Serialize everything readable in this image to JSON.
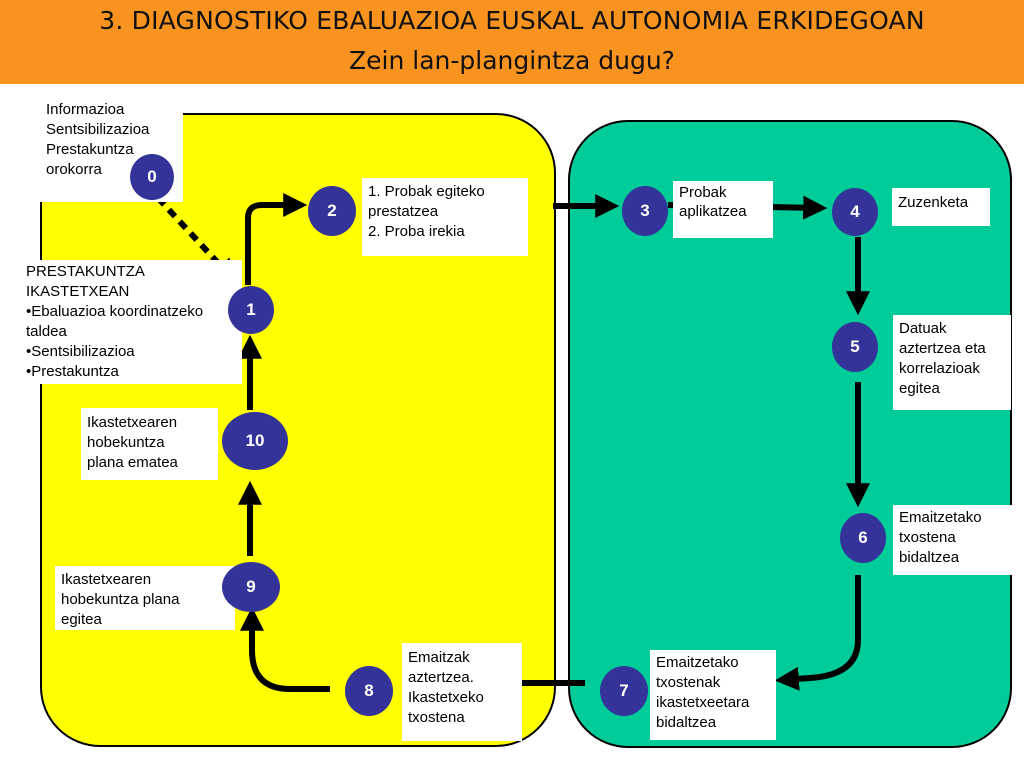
{
  "header": {
    "title_line1": "3. DIAGNOSTIKO EBALUAZIOA EUSKAL AUTONOMIA ERKIDEGOAN",
    "title_line2": "Zein lan-plangintza dugu?",
    "bg_color": "#f7931e"
  },
  "colors": {
    "yellow_panel": "#ffff00",
    "green_panel": "#00cc99",
    "circle": "#333399"
  },
  "steps": {
    "s0": "0",
    "s1": "1",
    "s2": "2",
    "s3": "3",
    "s4": "4",
    "s5": "5",
    "s6": "6",
    "s7": "7",
    "s8": "8",
    "s9": "9",
    "s10": "10"
  },
  "boxes": {
    "b0": [
      "Informazioa",
      "Sentsibilizazioa",
      "Prestakuntza",
      "orokorra"
    ],
    "b1_title": [
      "PRESTAKUNTZA",
      "IKASTETXEAN"
    ],
    "b1_items": [
      "Ebaluazioa koordinatzeko",
      "taldea",
      "Sentsibilizazioa",
      "Prestakuntza"
    ],
    "b2": [
      "1. Probak egiteko",
      "prestatzea",
      "2. Proba irekia"
    ],
    "b3": [
      "Probak",
      "aplikatzea"
    ],
    "b4": [
      "Zuzenketa"
    ],
    "b5": [
      "Datuak",
      "aztertzea eta",
      "korrelazioak",
      "egitea"
    ],
    "b6": [
      "Emaitzetako",
      "txostena",
      "bidaltzea"
    ],
    "b7": [
      "Emaitzetako",
      "txostenak",
      "ikastetxeetara",
      "bidaltzea"
    ],
    "b8": [
      "Emaitzak",
      "aztertzea.",
      "Ikastetxeko",
      "txostena"
    ],
    "b9": [
      "Ikastetxearen",
      "hobekuntza plana",
      "egitea"
    ],
    "b10": [
      "Ikastetxearen",
      "hobekuntza",
      "plana ematea"
    ]
  }
}
